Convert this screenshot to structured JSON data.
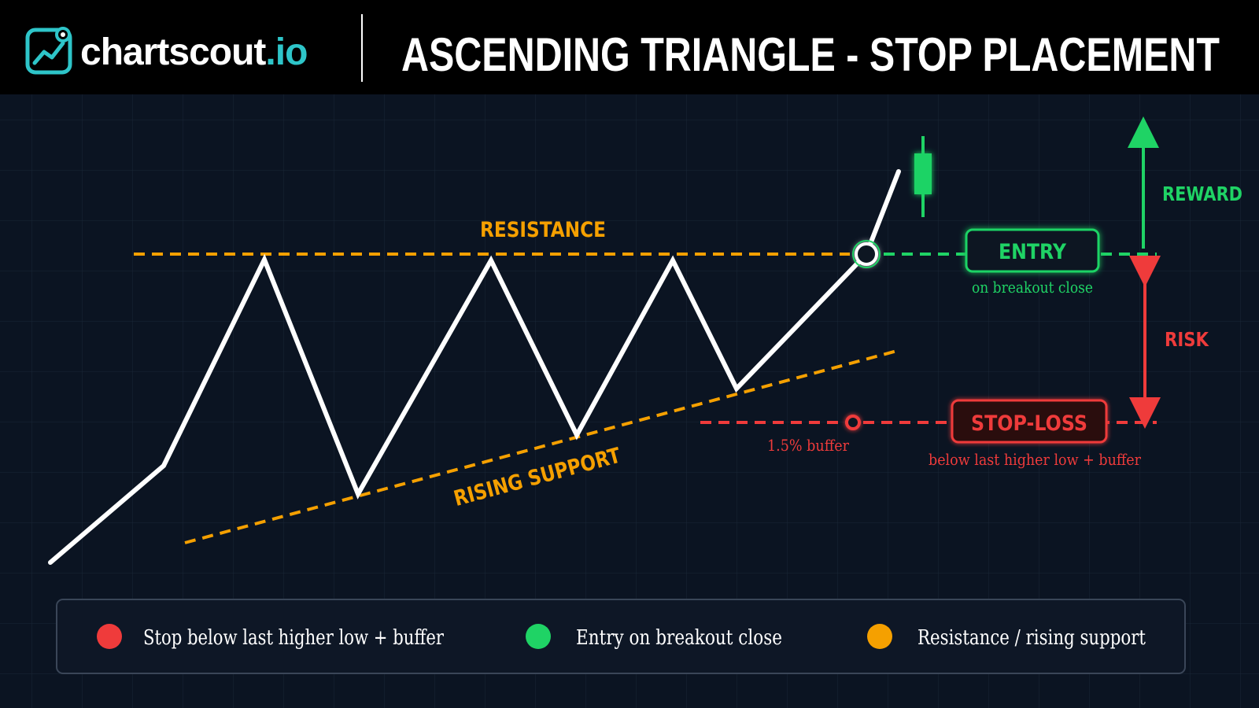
{
  "header": {
    "brand_main": "chartscout",
    "brand_suffix": ".io",
    "title": "ASCENDING TRIANGLE - STOP PLACEMENT"
  },
  "labels": {
    "resistance": "RESISTANCE",
    "rising_support": "RISING SUPPORT",
    "entry": "ENTRY",
    "entry_sub": "on breakout close",
    "stop_loss": "STOP-LOSS",
    "stop_sub": "below last higher low + buffer",
    "buffer": "1.5% buffer",
    "reward": "REWARD",
    "risk": "RISK"
  },
  "legend": [
    {
      "text": "Stop below last higher low + buffer",
      "color": "#ef3b3b"
    },
    {
      "text": "Entry on breakout close",
      "color": "#1fd365"
    },
    {
      "text": "Resistance / rising support",
      "color": "#f5a000"
    }
  ],
  "colors": {
    "background": "#0b1422",
    "header_bg": "#000000",
    "accent_teal": "#2ec5c9",
    "resistance": "#f5a000",
    "entry": "#1fd365",
    "stop": "#ef3b3b",
    "price_line": "#ffffff"
  },
  "icons": {
    "brand_logo": "chart-logo-icon"
  }
}
